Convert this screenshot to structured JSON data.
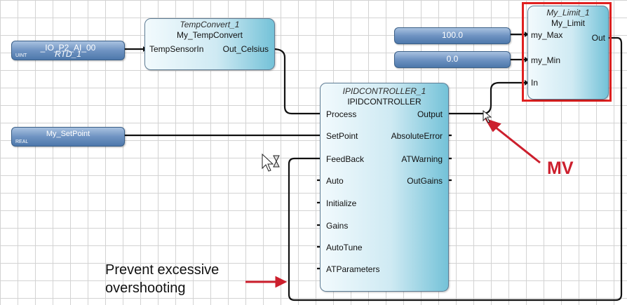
{
  "blocks": {
    "tempconvert": {
      "instance": "TempConvert_1",
      "type": "My_TempConvert",
      "input": "TempSensorIn",
      "output": "Out_Celsius"
    },
    "pid": {
      "instance": "IPIDCONTROLLER_1",
      "type": "IPIDCONTROLLER",
      "inputs": [
        "Process",
        "SetPoint",
        "FeedBack",
        "Auto",
        "Initialize",
        "Gains",
        "AutoTune",
        "ATParameters"
      ],
      "outputs": [
        "Output",
        "AbsoluteError",
        "ATWarning",
        "OutGains"
      ]
    },
    "limit": {
      "instance": "My_Limit_1",
      "type": "My_Limit",
      "inputs": [
        "my_Max",
        "my_Min",
        "In"
      ],
      "output": "Out"
    }
  },
  "variables": {
    "io": {
      "name": "_IO_P2_AI_00",
      "subname": "RTD_1",
      "type": "UINT"
    },
    "setpoint": {
      "name": "My_SetPoint",
      "type": "REAL"
    },
    "max": {
      "value": "100.0"
    },
    "min": {
      "value": "0.0"
    }
  },
  "annotations": {
    "note_line1": "Prevent excessive",
    "note_line2": "overshooting",
    "mv_label": "MV"
  },
  "colors": {
    "highlight": "#e02020",
    "annotation_red": "#cc1f2d",
    "wire": "#111111"
  }
}
